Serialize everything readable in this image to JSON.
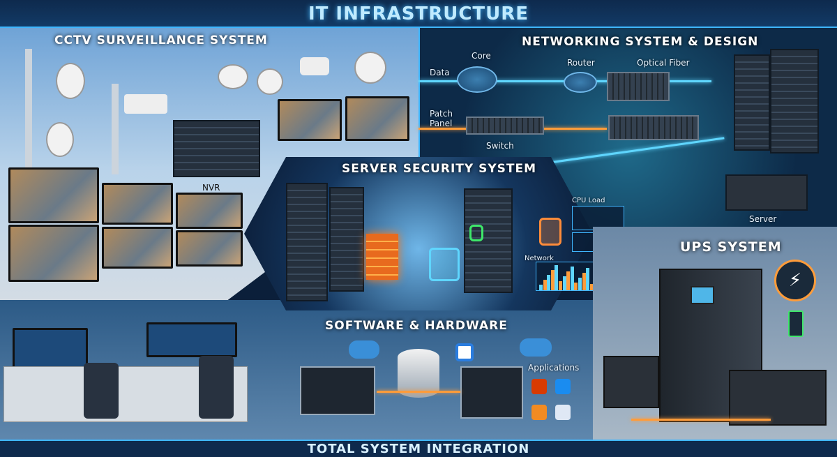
{
  "header": {
    "title": "IT INFRASTRUCTURE"
  },
  "footer": {
    "title": "TOTAL SYSTEM INTEGRATION"
  },
  "cctv": {
    "title": "CCTV SURVEILLANCE SYSTEM",
    "nvr_label": "NVR"
  },
  "networking": {
    "title": "NETWORKING SYSTEM & DESIGN",
    "labels": {
      "data": "Data",
      "core": "Core",
      "router": "Router",
      "optical_fiber": "Optical Fiber",
      "patch_panel": "Patch Panel",
      "switch": "Switch",
      "server": "Server"
    }
  },
  "security": {
    "title": "SERVER SECURITY SYSTEM",
    "cpu_label": "CPU Load",
    "network_label": "Network"
  },
  "software": {
    "title": "SOFTWARE & HARDWARE",
    "applications_label": "Applications"
  },
  "ups": {
    "title": "UPS SYSTEM"
  },
  "colors": {
    "accent": "#3fb6ff",
    "orange": "#ff9c3a",
    "background": "#0b1f3a"
  }
}
